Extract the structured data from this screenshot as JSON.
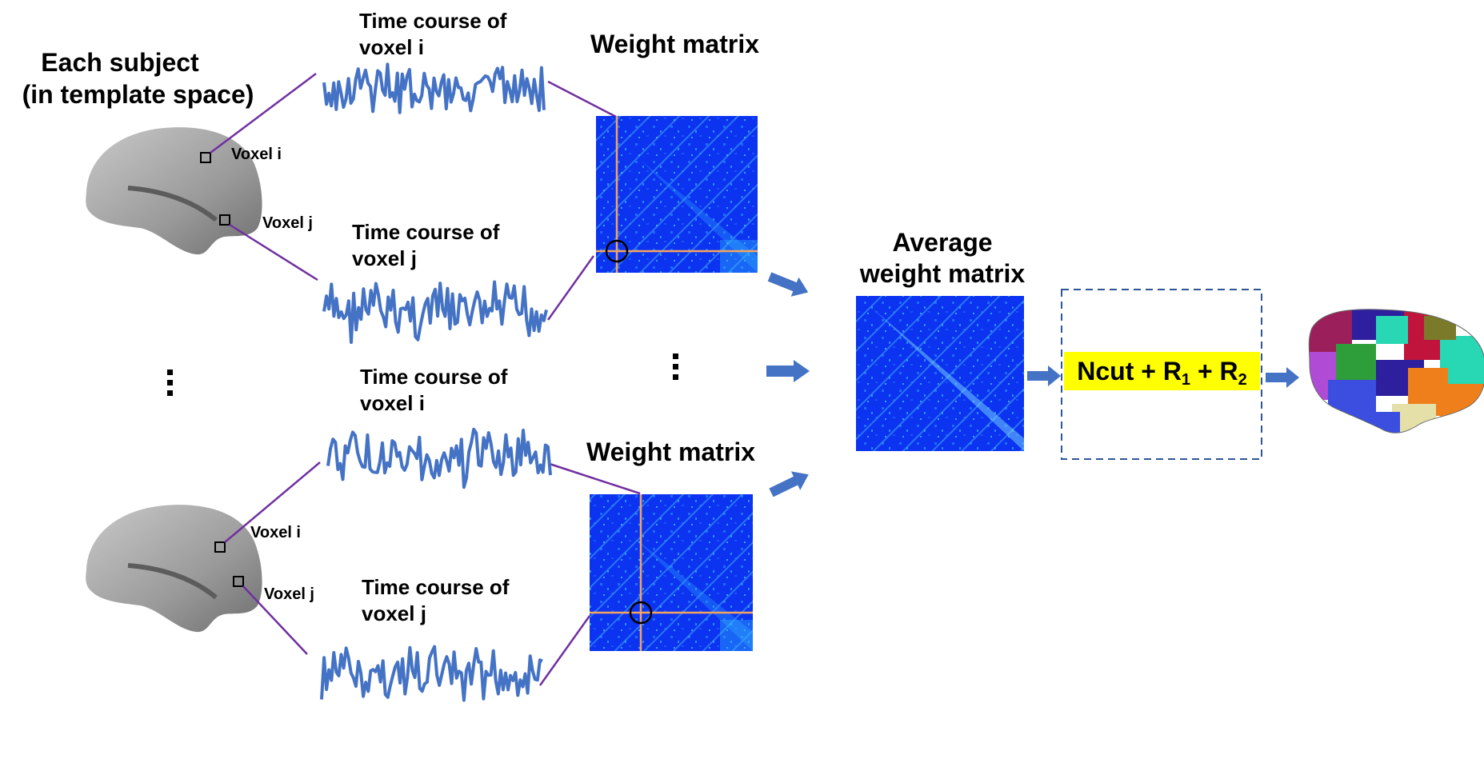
{
  "labels": {
    "each_subject_1": "Each subject",
    "each_subject_2": "(in template space)",
    "voxel_i": "Voxel i",
    "voxel_j": "Voxel j",
    "tc_line1": "Time course of",
    "tc_voxel_i": "voxel i",
    "tc_voxel_j": "voxel j",
    "tc_voxel_j_bottom": "voxel  j",
    "weight_matrix": "Weight matrix",
    "avg_1": "Average",
    "avg_2": "weight matrix"
  },
  "ncut": {
    "base": "Ncut + R",
    "sub1": "1",
    "plus": " + R",
    "sub2": "2"
  },
  "colors": {
    "timecourse": "#4472c4",
    "connector": "#7030a0",
    "arrow": "#4472c4",
    "matrix_bg": "#0a2ff5",
    "crosshair": "#f4a460",
    "highlight": "#ffff00",
    "box_border": "#2f5597",
    "brain": "#a8a8a8"
  },
  "parcellation_colors": [
    "#c0143c",
    "#2d1f9e",
    "#28d7b4",
    "#ef7f1a",
    "#2e9e3a",
    "#9b1f5a",
    "#e4e0a8",
    "#3c4ee0",
    "#b04bd6",
    "#7a7a2a"
  ]
}
